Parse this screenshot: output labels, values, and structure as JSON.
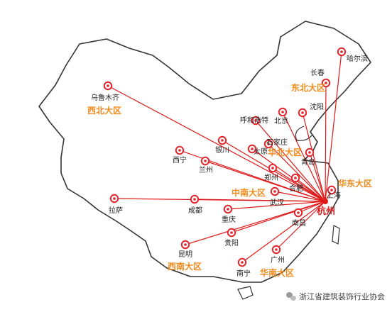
{
  "colors": {
    "route": "#e01a1a",
    "marker": "#e3242b",
    "region": "#f28a1a",
    "hub": "#e01a1a",
    "country_fill": "#ffffff",
    "country_stroke": "#333333"
  },
  "hub": {
    "name": "杭州",
    "label": "杭州"
  },
  "cities": [
    {
      "id": "urumqi",
      "label": "乌鲁木齐"
    },
    {
      "id": "harbin",
      "label": "哈尔滨"
    },
    {
      "id": "changchun",
      "label": "长春"
    },
    {
      "id": "shenyang",
      "label": "沈阳"
    },
    {
      "id": "hohhot",
      "label": "呼和浩特"
    },
    {
      "id": "beijing",
      "label": "北京"
    },
    {
      "id": "shijiazhuang",
      "label": "石家庄"
    },
    {
      "id": "taiyuan",
      "label": "太原"
    },
    {
      "id": "qingdao",
      "label": "青岛"
    },
    {
      "id": "yinchuan",
      "label": "银川"
    },
    {
      "id": "xining",
      "label": "西宁"
    },
    {
      "id": "lanzhou",
      "label": "兰州"
    },
    {
      "id": "zhengzhou",
      "label": "郑州"
    },
    {
      "id": "hefei",
      "label": "合肥"
    },
    {
      "id": "shanghai",
      "label": "上海"
    },
    {
      "id": "lhasa",
      "label": "拉萨"
    },
    {
      "id": "chengdu",
      "label": "成都"
    },
    {
      "id": "wuhan",
      "label": "武汉"
    },
    {
      "id": "chongqing",
      "label": "重庆"
    },
    {
      "id": "nanchang",
      "label": "南昌"
    },
    {
      "id": "guiyang",
      "label": "贵阳"
    },
    {
      "id": "kunming",
      "label": "昆明"
    },
    {
      "id": "guangzhou",
      "label": "广州"
    },
    {
      "id": "nanning",
      "label": "南宁"
    }
  ],
  "regions": [
    {
      "id": "northwest",
      "label": "西北大区"
    },
    {
      "id": "northeast",
      "label": "东北大区"
    },
    {
      "id": "north",
      "label": "华北大区"
    },
    {
      "id": "east",
      "label": "华东大区"
    },
    {
      "id": "central",
      "label": "中南大区"
    },
    {
      "id": "southwest",
      "label": "西南大区"
    },
    {
      "id": "south",
      "label": "华南大区"
    }
  ],
  "watermark": {
    "text": "浙江省建筑装饰行业协会",
    "icon": "wechat-icon"
  }
}
